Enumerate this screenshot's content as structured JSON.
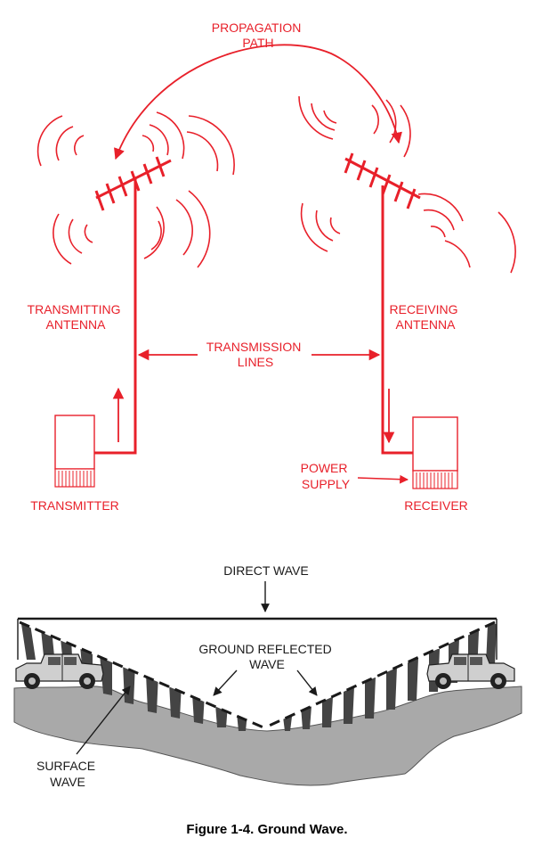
{
  "top_diagram": {
    "propagation_path": [
      "PROPAGATION",
      "PATH"
    ],
    "transmitting_antenna": [
      "TRANSMITTING",
      "ANTENNA"
    ],
    "receiving_antenna": [
      "RECEIVING",
      "ANTENNA"
    ],
    "transmission_lines": [
      "TRANSMISSION",
      "LINES"
    ],
    "power_supply": [
      "POWER",
      "SUPPLY"
    ],
    "transmitter": "TRANSMITTER",
    "receiver": "RECEIVER"
  },
  "bottom_diagram": {
    "direct_wave": "DIRECT WAVE",
    "ground_reflected_wave": [
      "GROUND REFLECTED",
      "WAVE"
    ],
    "surface_wave": [
      "SURFACE",
      "WAVE"
    ]
  },
  "caption": "Figure 1-4. Ground Wave.",
  "colors": {
    "signal_red": "#e8202a",
    "ground_gray": "#a9a9a9",
    "ink": "#1a1a1a"
  },
  "icons": [
    "yagi-antenna-icon",
    "radio-wave-arcs-icon",
    "humvee-vehicle-icon"
  ]
}
